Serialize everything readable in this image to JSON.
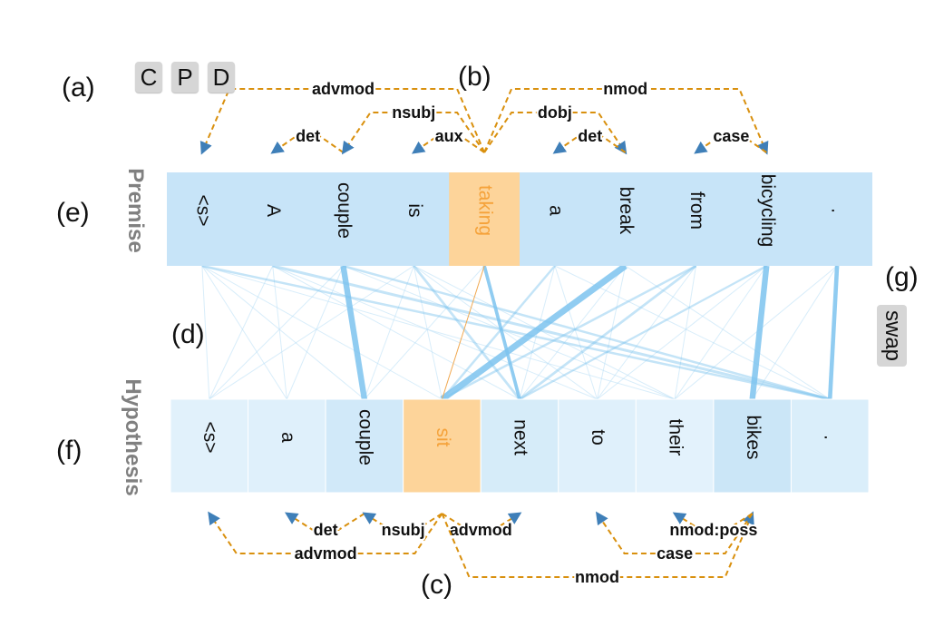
{
  "buttons": [
    "C",
    "P",
    "D"
  ],
  "swap_label": "swap",
  "panel_letters": [
    "(a)",
    "(b)",
    "(c)",
    "(d)",
    "(e)",
    "(f)",
    "(g)"
  ],
  "row_labels": {
    "premise": "Premise",
    "hypothesis": "Hypothesis"
  },
  "premise": {
    "tokens": [
      "<s>",
      "A",
      "couple",
      "is",
      "taking",
      "a",
      "break",
      "from",
      "bicycling",
      "."
    ],
    "highlight": 4,
    "edges": [
      {
        "from": 4,
        "to": 0,
        "label": "advmod"
      },
      {
        "from": 2,
        "to": 1,
        "label": "det"
      },
      {
        "from": 4,
        "to": 2,
        "label": "nsubj"
      },
      {
        "from": 4,
        "to": 3,
        "label": "aux"
      },
      {
        "from": 4,
        "to": 6,
        "label": "dobj"
      },
      {
        "from": 6,
        "to": 5,
        "label": "det"
      },
      {
        "from": 4,
        "to": 8,
        "label": "nmod"
      },
      {
        "from": 8,
        "to": 7,
        "label": "case"
      }
    ]
  },
  "hypothesis": {
    "tokens": [
      "<s>",
      "a",
      "couple",
      "sit",
      "next",
      "to",
      "their",
      "bikes",
      "."
    ],
    "highlight": 3,
    "shade": [
      0.2,
      0.25,
      0.55,
      0,
      0.45,
      0.25,
      0.15,
      0.7,
      0.35
    ],
    "edges": [
      {
        "from": 3,
        "to": 0,
        "label": "advmod"
      },
      {
        "from": 2,
        "to": 1,
        "label": "det"
      },
      {
        "from": 3,
        "to": 2,
        "label": "nsubj"
      },
      {
        "from": 3,
        "to": 4,
        "label": "advmod"
      },
      {
        "from": 3,
        "to": 7,
        "label": "nmod"
      },
      {
        "from": 7,
        "to": 5,
        "label": "case"
      },
      {
        "from": 7,
        "to": 6,
        "label": "nmod:poss"
      }
    ]
  },
  "alignment": {
    "strong": [
      [
        2,
        2,
        0.9
      ],
      [
        6,
        3,
        1.0
      ],
      [
        8,
        7,
        0.9
      ],
      [
        9,
        8,
        0.6
      ],
      [
        4,
        4,
        0.45
      ]
    ],
    "medium": [
      [
        1,
        8,
        0.4
      ],
      [
        0,
        8,
        0.3
      ],
      [
        3,
        4,
        0.35
      ],
      [
        7,
        4,
        0.35
      ],
      [
        5,
        3,
        0.3
      ],
      [
        7,
        3,
        0.3
      ],
      [
        2,
        8,
        0.3
      ],
      [
        8,
        4,
        0.25
      ]
    ],
    "weak": [
      [
        0,
        0
      ],
      [
        0,
        1
      ],
      [
        0,
        2
      ],
      [
        0,
        3
      ],
      [
        1,
        0
      ],
      [
        1,
        1
      ],
      [
        1,
        4
      ],
      [
        2,
        0
      ],
      [
        2,
        1
      ],
      [
        3,
        0
      ],
      [
        3,
        2
      ],
      [
        3,
        3
      ],
      [
        3,
        5
      ],
      [
        3,
        6
      ],
      [
        5,
        4
      ],
      [
        5,
        5
      ],
      [
        6,
        4
      ],
      [
        6,
        5
      ],
      [
        7,
        5
      ],
      [
        7,
        6
      ],
      [
        8,
        5
      ],
      [
        8,
        6
      ],
      [
        9,
        6
      ],
      [
        9,
        7
      ],
      [
        1,
        5
      ],
      [
        0,
        6
      ],
      [
        2,
        6
      ],
      [
        5,
        8
      ],
      [
        6,
        8
      ],
      [
        4,
        2
      ]
    ],
    "highlight_link": [
      4,
      3
    ]
  },
  "colors": {
    "premise_cell": "#c7e4f8",
    "highlight_cell": "#fdd49a",
    "highlight_text": "#f5a23a",
    "edge": "#d9900e",
    "arrow": "#3f7fb8",
    "align": "#7cc3ee",
    "align_light": "#b8dff5",
    "hyp_base": "#eaf5fd",
    "hyp_dark": "#bde0f5"
  }
}
